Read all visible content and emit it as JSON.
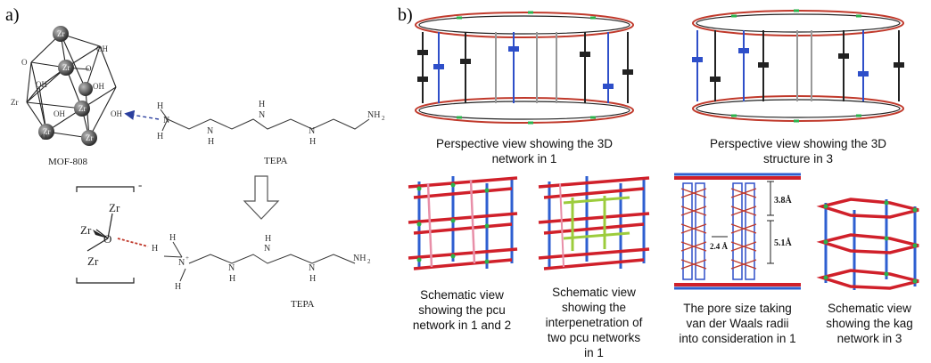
{
  "panel_a": {
    "label": "a)",
    "mof_label": "MOF-808",
    "tepa_label_top": "TEPA",
    "tepa_label_bottom": "TEPA",
    "zr_label": "Zr",
    "oh_label": "OH",
    "o_label": "O",
    "n_label": "N",
    "h_label": "H",
    "nh2_label": "NH",
    "sub2": "2",
    "nplus_label": "N",
    "plus": "+",
    "minus": "-"
  },
  "panel_b": {
    "label": "b)",
    "captions": {
      "persp1": [
        "Perspective view showing the 3D",
        "network in 1"
      ],
      "persp3": [
        "Perspective view showing the 3D",
        "structure in 3"
      ],
      "pcu12": [
        "Schematic view",
        "showing the pcu",
        "network in 1 and 2"
      ],
      "interp": [
        "Schematic view",
        "showing the",
        "interpenetration of",
        "two pcu networks",
        "in 1"
      ],
      "pore": [
        "The pore size taking",
        "van der Waals radii",
        "into consideration in 1"
      ],
      "kag": [
        "Schematic view",
        "showing the kag",
        "network in 3"
      ]
    },
    "dims": {
      "d1": "3.8Å",
      "d2": "5.1Å",
      "d3": "2.4 Å"
    }
  }
}
